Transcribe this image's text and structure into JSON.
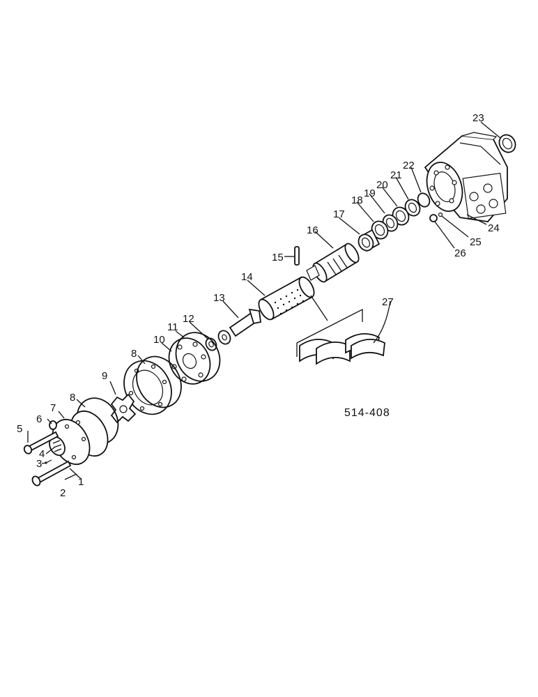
{
  "diagram": {
    "reference": "514-408",
    "callouts": [
      {
        "id": "c1",
        "text": "1"
      },
      {
        "id": "c2",
        "text": "2"
      },
      {
        "id": "c3",
        "text": "3"
      },
      {
        "id": "c4",
        "text": "4"
      },
      {
        "id": "c5",
        "text": "5"
      },
      {
        "id": "c6",
        "text": "6"
      },
      {
        "id": "c7",
        "text": "7"
      },
      {
        "id": "c8a",
        "text": "8"
      },
      {
        "id": "c8b",
        "text": "8"
      },
      {
        "id": "c9",
        "text": "9"
      },
      {
        "id": "c10",
        "text": "10"
      },
      {
        "id": "c11",
        "text": "11"
      },
      {
        "id": "c12",
        "text": "12"
      },
      {
        "id": "c13",
        "text": "13"
      },
      {
        "id": "c14",
        "text": "14"
      },
      {
        "id": "c15",
        "text": "15"
      },
      {
        "id": "c16",
        "text": "16"
      },
      {
        "id": "c17",
        "text": "17"
      },
      {
        "id": "c18",
        "text": "18"
      },
      {
        "id": "c19",
        "text": "19"
      },
      {
        "id": "c20",
        "text": "20"
      },
      {
        "id": "c21",
        "text": "21"
      },
      {
        "id": "c22",
        "text": "22"
      },
      {
        "id": "c23",
        "text": "23"
      },
      {
        "id": "c24",
        "text": "24"
      },
      {
        "id": "c25",
        "text": "25"
      },
      {
        "id": "c26",
        "text": "26"
      },
      {
        "id": "c27",
        "text": "27"
      }
    ]
  }
}
